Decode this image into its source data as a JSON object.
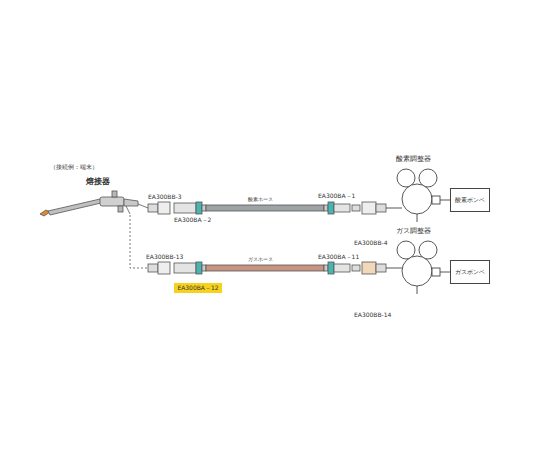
{
  "diagram": {
    "nodes": [
      {
        "text": [
          "酸素ボンベ"
        ]
      },
      {
        "text": [
          "ガスボンベ"
        ]
      },
      {
        "text": [
          "EA300BA－12"
        ]
      }
    ],
    "labels": [
      "（接続例：端末）",
      "熔接器",
      "EA300BB-3",
      "EA300BA－2",
      "酸素ホース",
      "EA300BA－1",
      "EA300BB-4",
      "酸素調整器",
      "ガス調整器",
      "EA300BB-13",
      "ガスホース",
      "EA300BA－11",
      "EA300BB-14"
    ]
  }
}
